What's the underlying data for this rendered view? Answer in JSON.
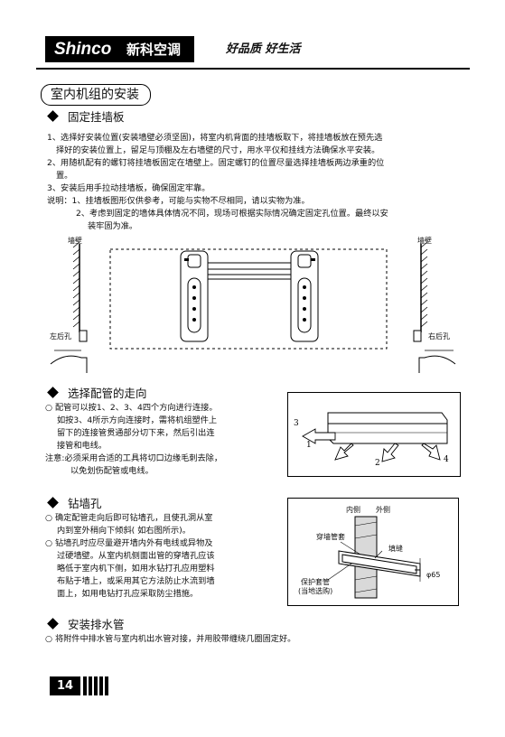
{
  "header": {
    "logo": "Shinco",
    "brand_cn": "新科空调",
    "slogan": "好品质 好生活"
  },
  "section_title": "室内机组的安装",
  "s1": {
    "heading": "固定挂墙板",
    "lines": [
      "1、选择好安装位置(安装墙壁必须坚固)，将室内机背面的挂墙板取下，将挂墙板放在预先选",
      "择好的安装位置上，留足与顶棚及左右墙壁的尺寸，用水平仪和挂线方法确保水平安装。",
      "2、用随机配有的螺钉将挂墙板固定在墙壁上。固定螺钉的位置尽量选择挂墙板两边承重的位",
      "置。",
      "3、安装后用手拉动挂墙板，确保固定牢靠。",
      "说明：1、挂墙板图形仅供参考，可能与实物不尽相同，请以实物为准。",
      "2、考虑到固定的墙体具体情况不同，现场可根据实际情况确定固定孔位置。最终以安",
      "装牢固为准。"
    ],
    "diagram": {
      "wall_left": "墙壁",
      "wall_right": "墙壁",
      "hole_left": "左后孔",
      "hole_right": "右后孔"
    }
  },
  "s2": {
    "heading": "选择配管的走向",
    "lines": [
      "配管可以按1、2、3、4四个方向进行连接。",
      "如按3、4所示方向连接时，需将机组塑件上",
      "留下的连接管贯通部分切下来，然后引出连",
      "接管和电线。",
      "注意:必须采用合适的工具将切口边缘毛刺去除，",
      "以免划伤配管或电线。"
    ],
    "diagram": {
      "d1": "1",
      "d2": "2",
      "d3": "3",
      "d4": "4"
    }
  },
  "s3": {
    "heading": "钻墙孔",
    "lines": [
      "确定配管走向后即可钻墙孔，且使孔洞从室",
      "内到室外稍向下倾斜( 如右图所示)。",
      "钻墙孔时应尽量避开墙内外有电线或异物及",
      "过硬墙壁。从室内机侧面出管的穿墙孔应该",
      "略低于室内机下侧，如用水钻打孔应用塑料",
      "布贴于墙上，或采用其它方法防止水流到墙",
      "面上，如用电钻打孔应采取防尘措施。"
    ],
    "diagram": {
      "inside": "内侧",
      "outside": "外侧",
      "sleeve": "穿墙管套",
      "fill": "填缝",
      "protect_1": "保护套管",
      "protect_2": "(当地选购)",
      "diameter": "φ65"
    }
  },
  "s4": {
    "heading": "安装排水管",
    "line": "将附件中排水管与室内机出水管对接，并用胶带缠绕几圈固定好。"
  },
  "footer": {
    "page_number": "14"
  },
  "colors": {
    "ink": "#111111",
    "paper": "#ffffff",
    "shade": "#d9d9d9"
  }
}
